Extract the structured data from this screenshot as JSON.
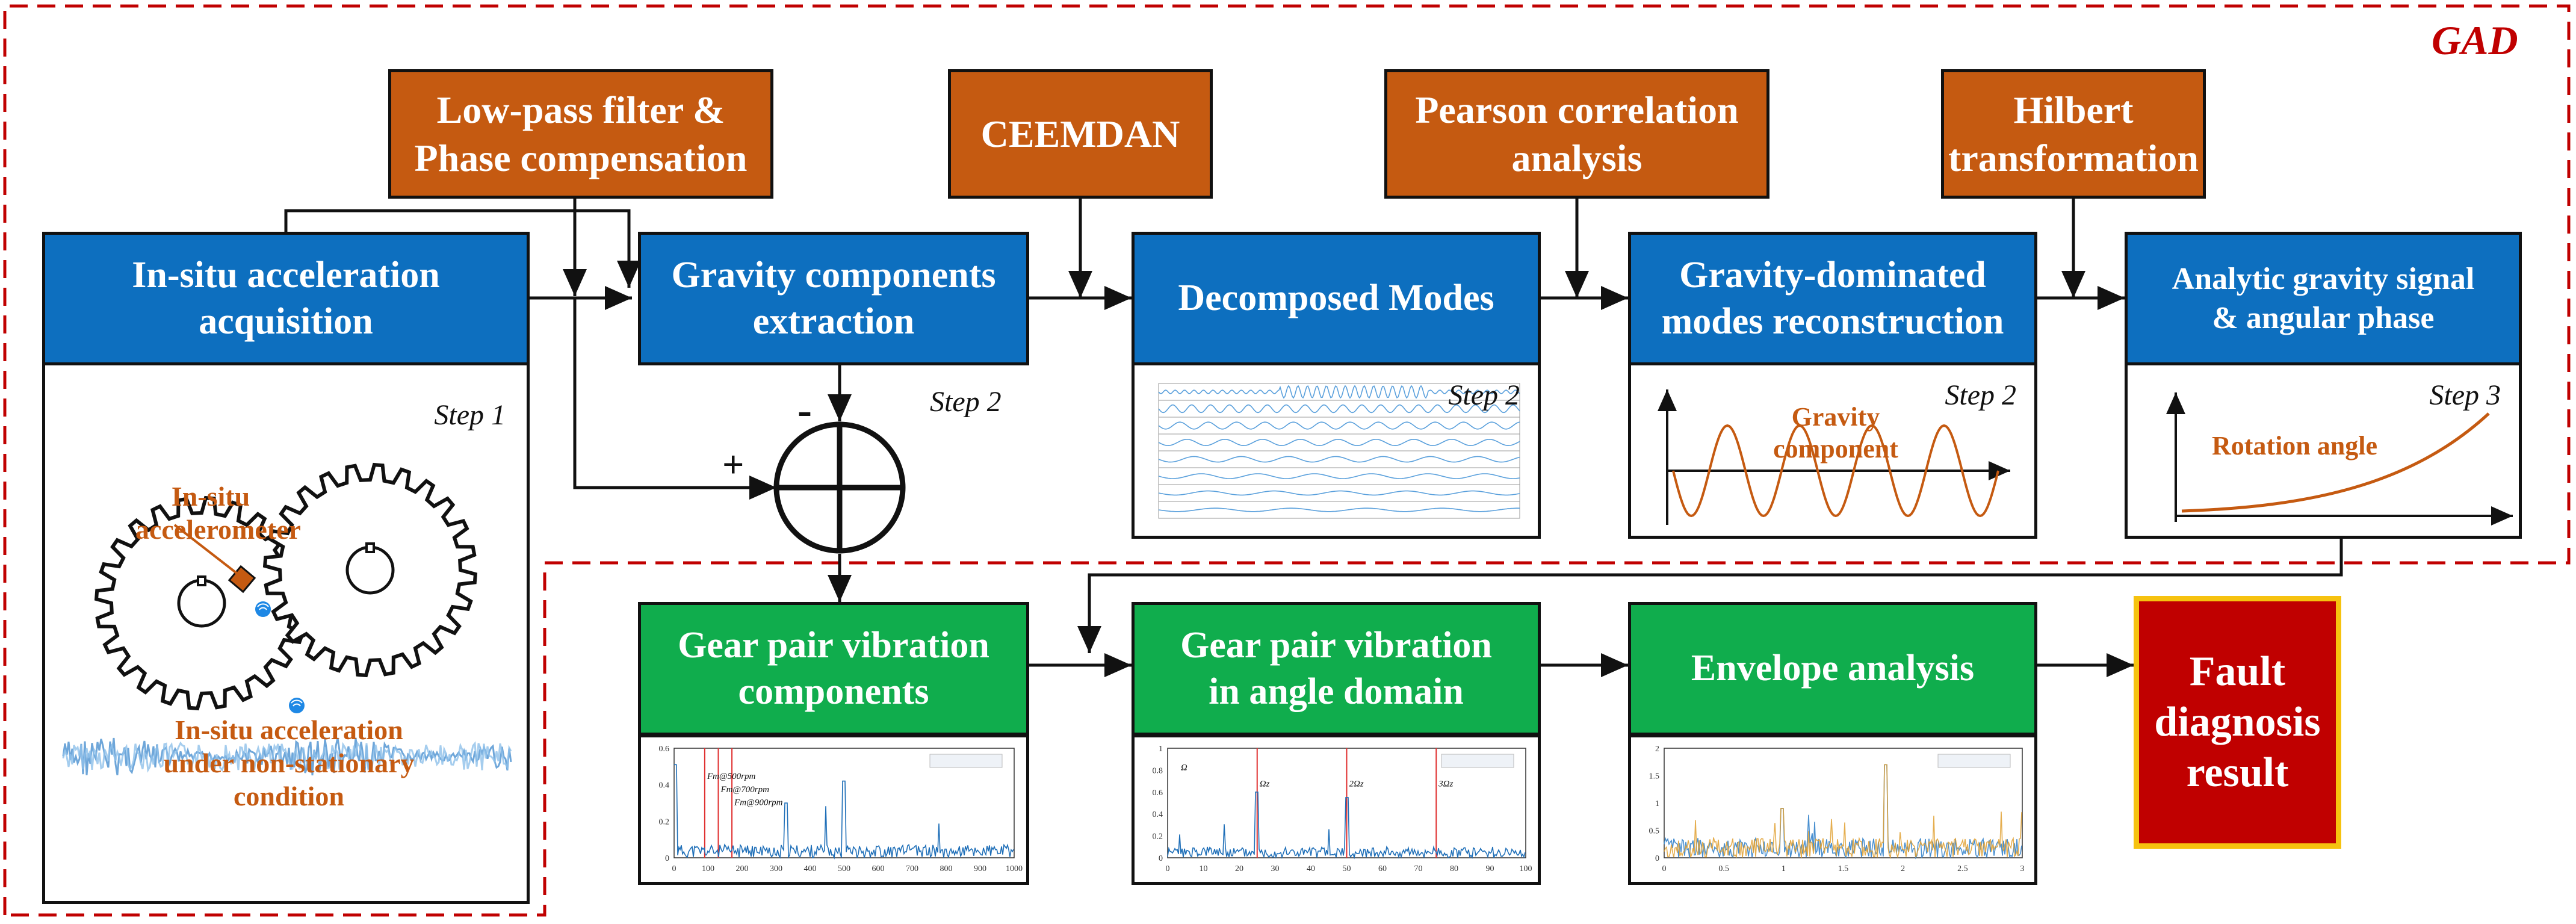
{
  "gad_label": "GAD",
  "process_boxes": {
    "lowpass": [
      "Low-pass filter &",
      "Phase compensation"
    ],
    "ceemdan": "CEEMDAN",
    "pearson": [
      "Pearson correlation",
      "analysis"
    ],
    "hilbert": [
      "Hilbert",
      "transformation"
    ]
  },
  "blue_boxes": {
    "acquisition": [
      "In-situ acceleration",
      "acquisition"
    ],
    "gravity_extraction": [
      "Gravity components",
      "extraction"
    ],
    "decomposed": "Decomposed Modes",
    "reconstruction": [
      "Gravity-dominated",
      "modes reconstruction"
    ],
    "analytic": [
      "Analytic gravity signal",
      "& angular phase"
    ]
  },
  "green_boxes": {
    "vibration_components": [
      "Gear pair vibration",
      "components"
    ],
    "angle_domain": [
      "Gear pair vibration",
      "in angle domain"
    ],
    "envelope": "Envelope analysis"
  },
  "result_box": [
    "Fault",
    "diagnosis",
    "result"
  ],
  "steps": {
    "step1": "Step 1",
    "step2a": "Step 2",
    "step2b": "Step 2",
    "step2c": "Step 2",
    "step3": "Step 3"
  },
  "gear_panel": {
    "sensor_label": [
      "In-situ",
      "accelerometer"
    ],
    "signal_label": [
      "In-situ acceleration",
      "under non-stationary",
      "condition"
    ]
  },
  "gravity_panel_label": [
    "Gravity",
    "component"
  ],
  "rotation_label": "Rotation angle",
  "sum_signs": {
    "minus": "-",
    "plus": "+"
  },
  "spectrum1": {
    "y_ticks": [
      "0.6",
      "0.4",
      "0.2",
      "0"
    ],
    "x_ticks": [
      "0",
      "100",
      "200",
      "300",
      "400",
      "500",
      "600",
      "700",
      "800",
      "900",
      "1000"
    ],
    "annotations": [
      "Fm@500rpm",
      "Fm@700rpm",
      "Fm@900rpm"
    ]
  },
  "spectrum2": {
    "y_ticks": [
      "1",
      "0.8",
      "0.6",
      "0.4",
      "0.2",
      "0"
    ],
    "x_ticks": [
      "0",
      "10",
      "20",
      "30",
      "40",
      "50",
      "60",
      "70",
      "80",
      "90",
      "100"
    ],
    "annotations": [
      "Ω",
      "Ωz",
      "2Ωz",
      "3Ωz"
    ]
  },
  "envelope_plot": {
    "y_ticks": [
      "2",
      "1.5",
      "1",
      "0.5",
      "0"
    ],
    "x_ticks": [
      "0",
      "0.5",
      "1",
      "1.5",
      "2",
      "2.5",
      "3"
    ]
  },
  "colors": {
    "orange": "#c55a11",
    "blue": "#0d6fbf",
    "green": "#10ad4d",
    "red": "#c00000",
    "gold": "#f6c20f",
    "dashed_border": "#c00000"
  }
}
